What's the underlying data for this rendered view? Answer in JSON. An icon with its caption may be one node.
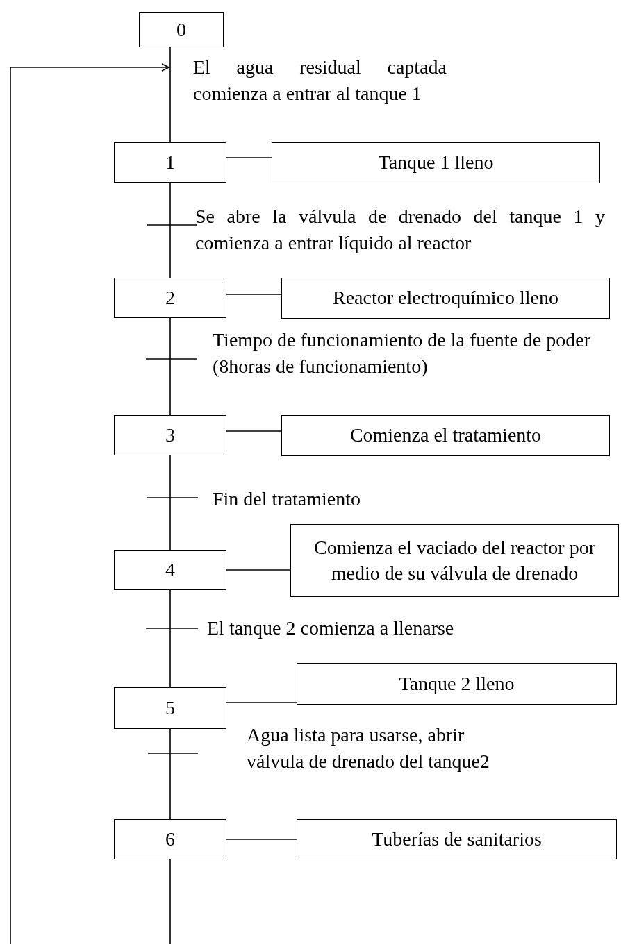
{
  "diagram": {
    "nodes": [
      {
        "text": [
          "0"
        ]
      },
      {
        "text": [
          "1"
        ]
      },
      {
        "text": [
          "Tanque 1 lleno"
        ]
      },
      {
        "text": [
          "2"
        ]
      },
      {
        "text": [
          "Reactor electroquímico lleno"
        ]
      },
      {
        "text": [
          "3"
        ]
      },
      {
        "text": [
          "Comienza el tratamiento"
        ]
      },
      {
        "text": [
          "4"
        ]
      },
      {
        "text": [
          "Comienza el vaciado del reactor por medio de su válvula de drenado"
        ]
      },
      {
        "text": [
          "5"
        ]
      },
      {
        "text": [
          "Tanque 2 lleno"
        ]
      },
      {
        "text": [
          "6"
        ]
      },
      {
        "text": [
          "Tuberías de sanitarios"
        ]
      }
    ],
    "edges": [
      {
        "from": 0,
        "to": 1,
        "arrow": "none",
        "label": "El agua residual captada comienza a entrar al tanque 1"
      },
      {
        "from": 1,
        "to": 2,
        "arrow": "none"
      },
      {
        "from": 1,
        "to": 3,
        "arrow": "none",
        "label": "Se abre la válvula de drenado del tanque 1 y comienza a entrar líquido al reactor"
      },
      {
        "from": 3,
        "to": 4,
        "arrow": "none"
      },
      {
        "from": 3,
        "to": 5,
        "arrow": "none",
        "label": "Tiempo de funcionamiento de la fuente de poder (8horas de funcionamiento)"
      },
      {
        "from": 5,
        "to": 6,
        "arrow": "none"
      },
      {
        "from": 5,
        "to": 7,
        "arrow": "none",
        "label": "Fin del tratamiento"
      },
      {
        "from": 7,
        "to": 8,
        "arrow": "none"
      },
      {
        "from": 7,
        "to": 9,
        "arrow": "none",
        "label": "El tanque 2 comienza a llenarse"
      },
      {
        "from": 9,
        "to": 10,
        "arrow": "none"
      },
      {
        "from": 9,
        "to": 11,
        "arrow": "none",
        "label": "Agua lista para usarse, abrir válvula de drenado del tanque2"
      },
      {
        "from": 11,
        "to": 12,
        "arrow": "none"
      },
      {
        "from": 11,
        "to": null,
        "arrow": "none"
      },
      {
        "from": null,
        "to": 1,
        "arrow": "to"
      }
    ]
  }
}
